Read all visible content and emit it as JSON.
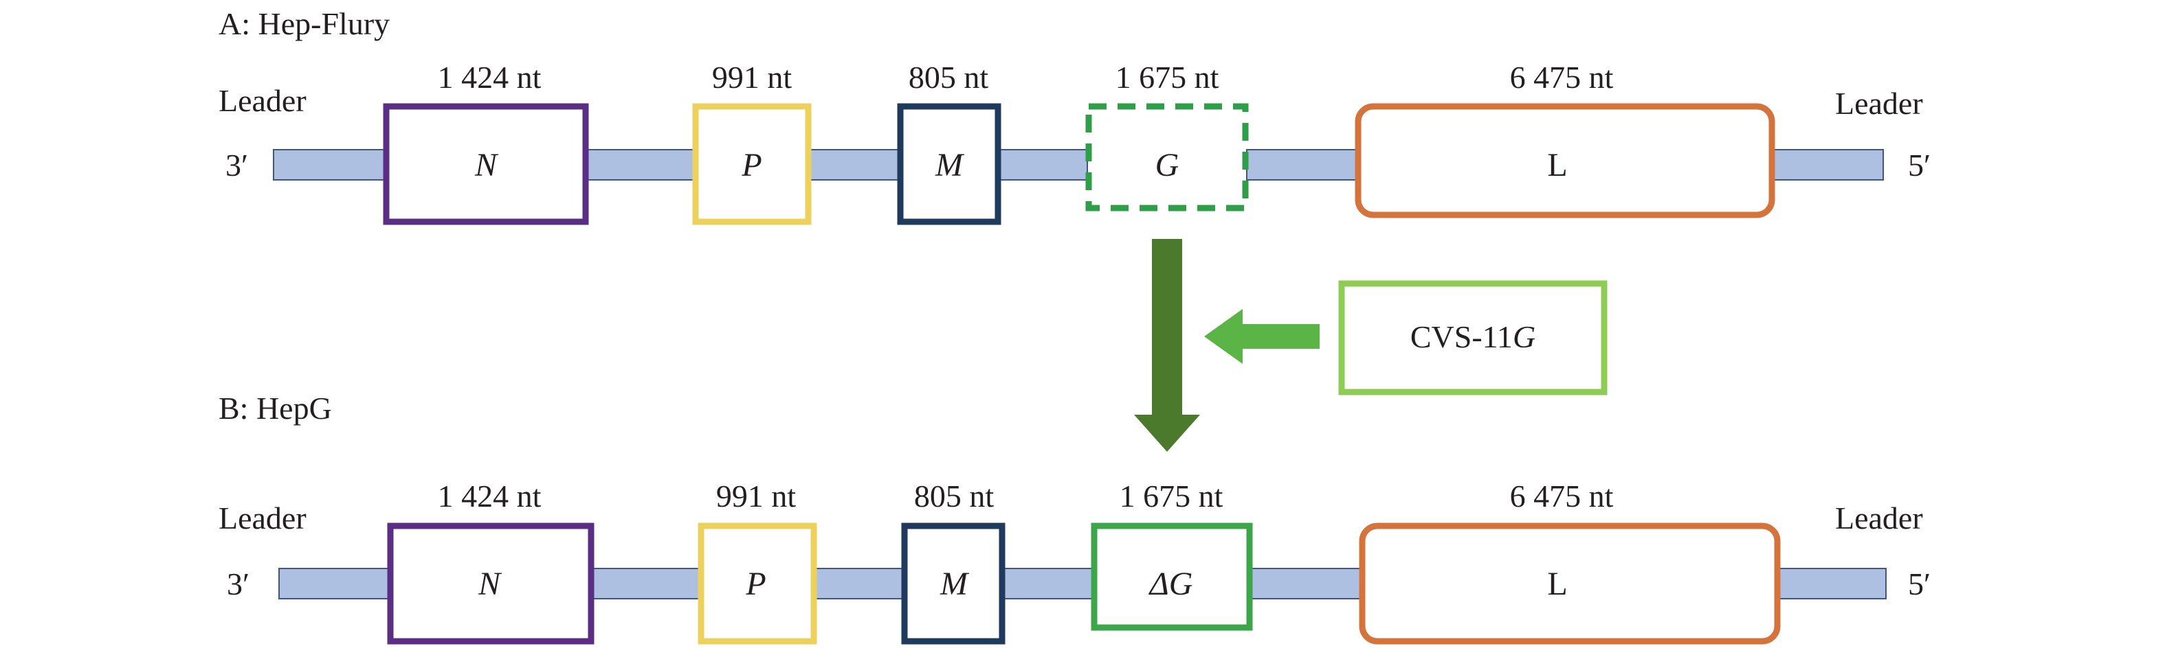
{
  "colors": {
    "backbone": "#aec0e2",
    "backbone_stroke": "#41557f",
    "N": "#5b2e86",
    "P": "#ecd25c",
    "M": "#1f3a5c",
    "G_deleted": "#2e9e48",
    "G_new": "#3ea64a",
    "L": "#d4733b",
    "arrow_dark": "#4c7a2d",
    "arrow_light": "#5bb446",
    "cvs_box": "#8fcc55"
  },
  "panelA": {
    "title": "A: Hep-Flury",
    "left_end": "3′",
    "right_end": "5′",
    "left_label": "Leader",
    "right_label": "Leader",
    "genes": [
      {
        "name": "N",
        "length": "1 424 nt"
      },
      {
        "name": "P",
        "length": "991 nt"
      },
      {
        "name": "M",
        "length": "805 nt"
      },
      {
        "name": "G",
        "length": "1 675 nt"
      },
      {
        "name": "L",
        "length": "6 475 nt"
      }
    ]
  },
  "panelB": {
    "title": "B: HepG",
    "left_end": "3′",
    "right_end": "5′",
    "left_label": "Leader",
    "right_label": "Leader",
    "genes": [
      {
        "name": "N",
        "length": "1 424 nt"
      },
      {
        "name": "P",
        "length": "991 nt"
      },
      {
        "name": "M",
        "length": "805 nt"
      },
      {
        "name": "ΔG",
        "length": "1 675 nt"
      },
      {
        "name": "L",
        "length": "6 475 nt"
      }
    ]
  },
  "insert": {
    "label_prefix": "CVS-11",
    "label_gene": "G"
  }
}
